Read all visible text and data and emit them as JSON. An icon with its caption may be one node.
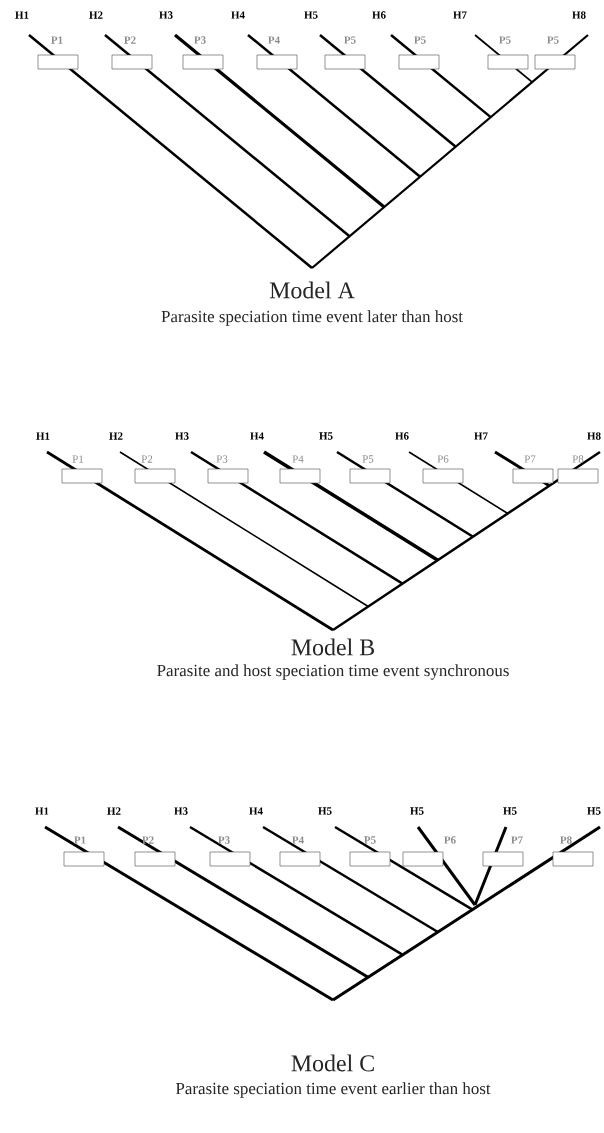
{
  "diagram": {
    "nodes": [
      {
        "text": [
          "P1"
        ]
      },
      {
        "text": [
          "P2"
        ]
      },
      {
        "text": [
          "P3"
        ]
      },
      {
        "text": [
          "P4"
        ]
      },
      {
        "text": [
          "P5"
        ]
      },
      {
        "text": [
          "P5"
        ]
      },
      {
        "text": [
          "P5"
        ]
      },
      {
        "text": [
          "P5"
        ]
      },
      {
        "text": [
          "P1"
        ]
      },
      {
        "text": [
          "P2"
        ]
      },
      {
        "text": [
          "P3"
        ]
      },
      {
        "text": [
          "P4"
        ]
      },
      {
        "text": [
          "P5"
        ]
      },
      {
        "text": [
          "P6"
        ]
      },
      {
        "text": [
          "P7"
        ]
      },
      {
        "text": [
          "P8"
        ]
      },
      {
        "text": [
          "P1"
        ]
      },
      {
        "text": [
          "P2"
        ]
      },
      {
        "text": [
          "P3"
        ]
      },
      {
        "text": [
          "P4"
        ]
      },
      {
        "text": [
          "P5"
        ]
      },
      {
        "text": [
          "P6"
        ]
      },
      {
        "text": [
          "P7"
        ]
      },
      {
        "text": [
          "P8"
        ]
      }
    ],
    "labels": [
      "H1",
      "H2",
      "H3",
      "H4",
      "H5",
      "H6",
      "H7",
      "H8",
      "Model A",
      "Parasite speciation time event later than host",
      "H1",
      "H2",
      "H3",
      "H4",
      "H5",
      "H6",
      "H7",
      "H8",
      "Model B",
      "Parasite and host speciation time event synchronous",
      "H1",
      "H2",
      "H3",
      "H4",
      "H5",
      "H5",
      "H5",
      "H5",
      "Model C",
      "Parasite speciation time event earlier than host"
    ]
  }
}
